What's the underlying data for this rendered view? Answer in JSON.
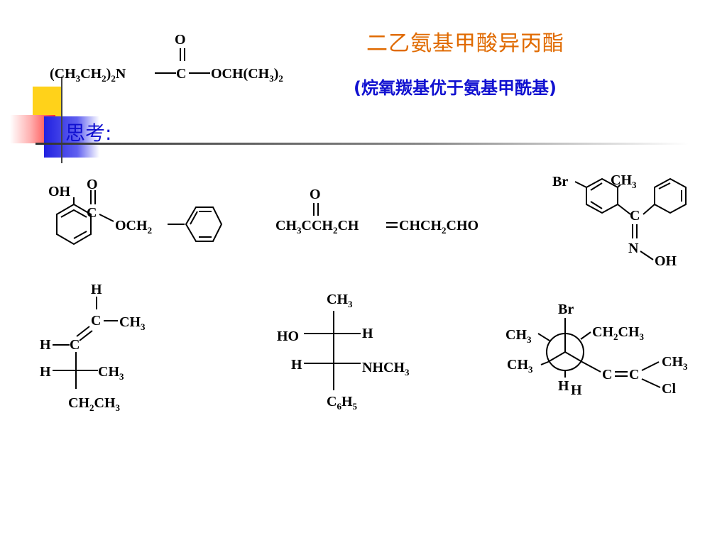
{
  "header": {
    "title": "二乙氨基甲酸异丙酯",
    "subtitle": "(烷氧羰基优于氨基甲酰基)",
    "think_label": "思考:"
  },
  "formula_top": {
    "left_group": "(CH",
    "sub3": "3",
    "ch2": "CH",
    "sub2": "2",
    "close": ")",
    "sub_n": "2",
    "n": "N",
    "c": "C",
    "o_top": "O",
    "right_group": "OCH(CH",
    "rsub3": "3",
    "rclose": ")",
    "rsub2": "2"
  },
  "struct1": {
    "oh": "OH",
    "o": "O",
    "c": "C",
    "och": "OCH",
    "sub2": "2"
  },
  "struct2": {
    "o": "O",
    "p1": "CH",
    "s1": "3",
    "p2": "CCH",
    "s2": "2",
    "p3": "CH",
    "p4": "CHCH",
    "s4": "2",
    "p5": "CHO"
  },
  "struct3": {
    "br": "Br",
    "ch": "CH",
    "s3": "3",
    "c": "C",
    "n": "N",
    "oh": "OH"
  },
  "struct4": {
    "h_top": "H",
    "c1": "C",
    "ch3_1": "CH",
    "s1": "3",
    "h_left": "H",
    "c2": "C",
    "h_low": "H",
    "ch3_2": "CH",
    "s2": "3",
    "ethyl": "CH",
    "es": "2",
    "ethyl2": "CH",
    "es3": "3"
  },
  "struct5": {
    "top": "CH",
    "top_s": "3",
    "ho": "HO",
    "h_right": "H",
    "h_left": "H",
    "nhch": "NHCH",
    "nhch_s": "3",
    "bottom": "C",
    "b_s1": "6",
    "bottom2": "H",
    "b_s2": "5"
  },
  "struct6": {
    "br": "Br",
    "ch3_a": "CH",
    "sa": "3",
    "ethyl": "CH",
    "es2": "2",
    "ethyl2": "CH",
    "es3": "3",
    "ch3_b": "CH",
    "sb": "3",
    "h": "H",
    "h2": "H",
    "c1": "C",
    "c2": "C",
    "ch3_c": "CH",
    "sc": "3",
    "cl": "Cl"
  },
  "colors": {
    "title": "#e06a00",
    "blue_text": "#1010d0",
    "deco_yellow": "#ffd21a",
    "deco_red": "#ff2a2a",
    "deco_blue": "#3c3cf0"
  }
}
